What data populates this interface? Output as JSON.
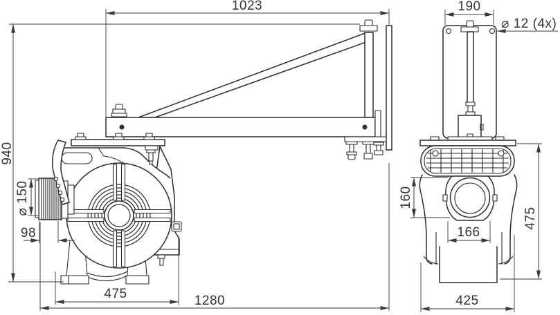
{
  "drawing": {
    "kind": "technical dimension drawing",
    "subject": "wall-bracket mounted extraction fan, side view and front view",
    "background": "#ffffff",
    "line_color": "#2b2b2b",
    "dimension_color": "#3a3a3a"
  },
  "dimensions": {
    "side": {
      "arm_length": "1023",
      "overall_height": "940",
      "spout_diameter": "⌀ 150",
      "spout_offset": "98",
      "base_width": "475",
      "overall_reach": "1280"
    },
    "front": {
      "wall_plate_width": "190",
      "mounting_holes": "⌀ 12 (4x)",
      "outlet_height": "160",
      "outlet_width": "166",
      "fan_height": "475",
      "fan_width": "425"
    }
  }
}
